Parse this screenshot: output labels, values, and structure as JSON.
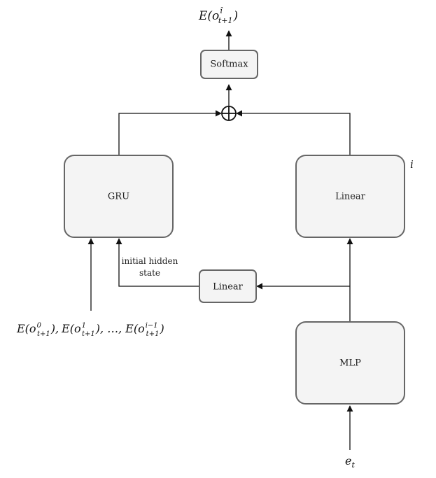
{
  "nodes": {
    "softmax": {
      "label": "Softmax"
    },
    "gru": {
      "label": "GRU"
    },
    "linear_main": {
      "label": "Linear"
    },
    "linear_hidden": {
      "label": "Linear"
    },
    "mlp": {
      "label": "MLP"
    }
  },
  "labels": {
    "output": {
      "base": "E(o",
      "sup": "î",
      "sub": "t+1",
      "close": ")"
    },
    "index": "i",
    "hidden_line1": "initial hidden",
    "hidden_line2": "state",
    "gru_input": {
      "t1_base": "E(o",
      "t1_sup": "0",
      "t1_sub": "t+1",
      "t1_close": "),",
      "t2_base": "E(o",
      "t2_sup": "1",
      "t2_sub": "t+1",
      "t2_close": "),",
      "ellipsis": "…,",
      "t3_base": "E(o",
      "t3_sup": "i−1",
      "t3_sub": "t+1",
      "t3_close": ")"
    },
    "mlp_input": {
      "base": "e",
      "sub": "t"
    }
  }
}
